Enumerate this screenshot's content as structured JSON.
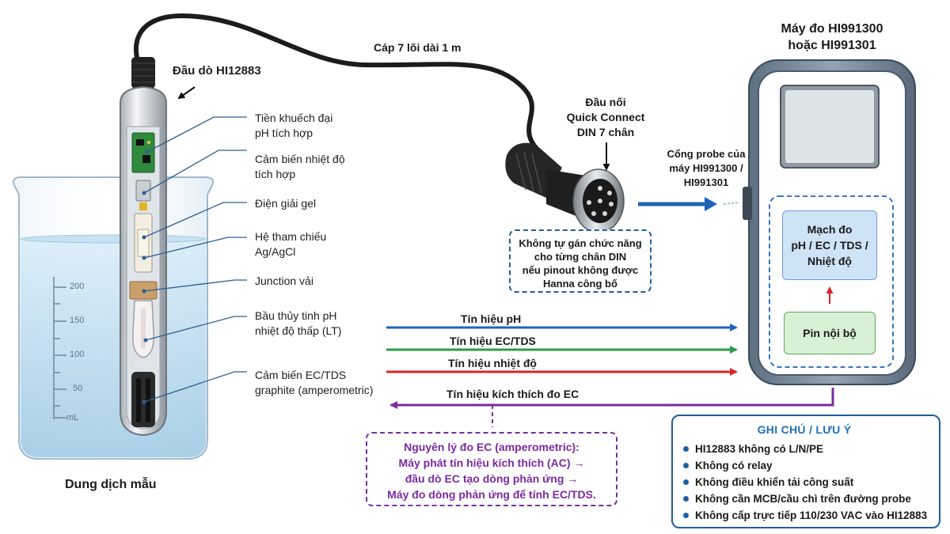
{
  "probe": {
    "title": "Đầu dò HI12883",
    "components": [
      {
        "line1": "Tiền khuếch đại",
        "line2": "pH tích hợp"
      },
      {
        "line1": "Cảm biến nhiệt độ",
        "line2": "tích hợp"
      },
      {
        "line1": "Điện giải gel",
        "line2": ""
      },
      {
        "line1": "Hệ tham chiếu",
        "line2": "Ag/AgCl"
      },
      {
        "line1": "Junction vải",
        "line2": ""
      },
      {
        "line1": "Bầu thủy tinh pH",
        "line2": "nhiệt độ thấp (LT)"
      },
      {
        "line1": "Cảm biến EC/TDS",
        "line2": "graphite (amperometric)"
      }
    ]
  },
  "beaker": {
    "caption": "Dung dịch mẫu",
    "scale": [
      "200",
      "150",
      "100",
      "50",
      "mL"
    ]
  },
  "cable": {
    "label": "Cáp 7 lõi dài 1 m"
  },
  "connector": {
    "line1": "Đầu nối",
    "line2": "Quick Connect",
    "line3": "DIN 7 chân",
    "note": [
      "Không tự gán chức năng",
      "cho từng chân DIN",
      "nếu pinout không được",
      "Hanna công bố"
    ]
  },
  "port": {
    "line1": "Cổng probe của",
    "line2": "máy HI991300 /",
    "line3": "HI991301"
  },
  "meter": {
    "title1": "Máy đo HI991300",
    "title2": "hoặc HI991301",
    "circuit": [
      "Mạch đo",
      "pH / EC / TDS /",
      "Nhiệt độ"
    ],
    "battery": "Pin nội bộ"
  },
  "signals": [
    {
      "label": "Tín hiệu pH",
      "color": "#1f63b8"
    },
    {
      "label": "Tín hiệu EC/TDS",
      "color": "#2e9b48"
    },
    {
      "label": "Tín hiệu nhiệt độ",
      "color": "#d9252a"
    },
    {
      "label": "Tín hiệu kích thích đo EC",
      "color": "#7b2c9e"
    }
  ],
  "ec_principle": [
    "Nguyên lý đo EC (amperometric):",
    "Máy phát tín hiệu kích thích (AC) →",
    "đầu dò EC tạo dòng phản ứng →",
    "Máy đo dòng phản ứng để tính EC/TDS."
  ],
  "notes": {
    "title": "GHI CHÚ / LƯU Ý",
    "items": [
      "HI12883 không có L/N/PE",
      "Không có relay",
      "Không điều khiển tải công suất",
      "Không cần MCB/cầu chì trên đường probe",
      "Không cấp trực tiếp 110/230 VAC vào  HI12883"
    ]
  }
}
